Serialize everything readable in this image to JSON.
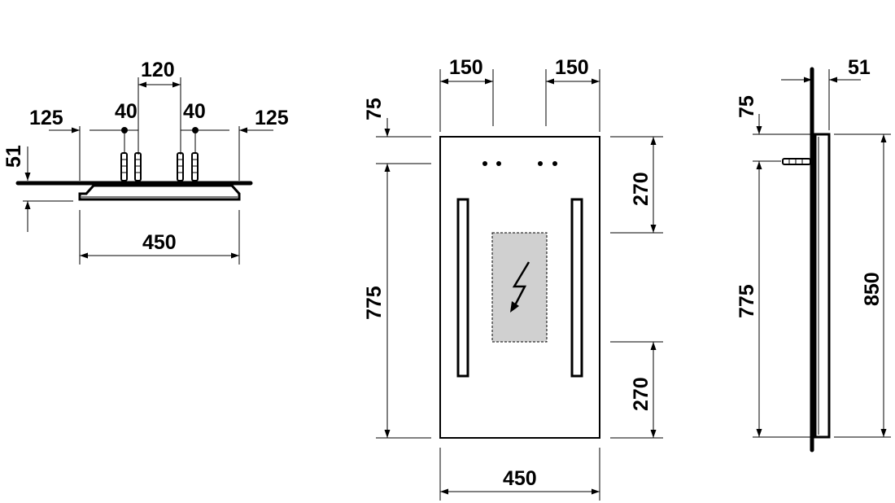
{
  "top_view": {
    "offset_left": "125",
    "offset_right": "125",
    "hole_spacing": "120",
    "hole_left": "40",
    "hole_right": "40",
    "thickness": "51",
    "width": "450"
  },
  "front_view": {
    "hole_offset_left": "150",
    "hole_offset_right": "150",
    "top_offset": "75",
    "mount_height": "775",
    "light_top": "270",
    "light_bottom": "270",
    "width": "450"
  },
  "side_view": {
    "depth": "51",
    "top_offset": "75",
    "mount_height": "775",
    "height": "850"
  }
}
